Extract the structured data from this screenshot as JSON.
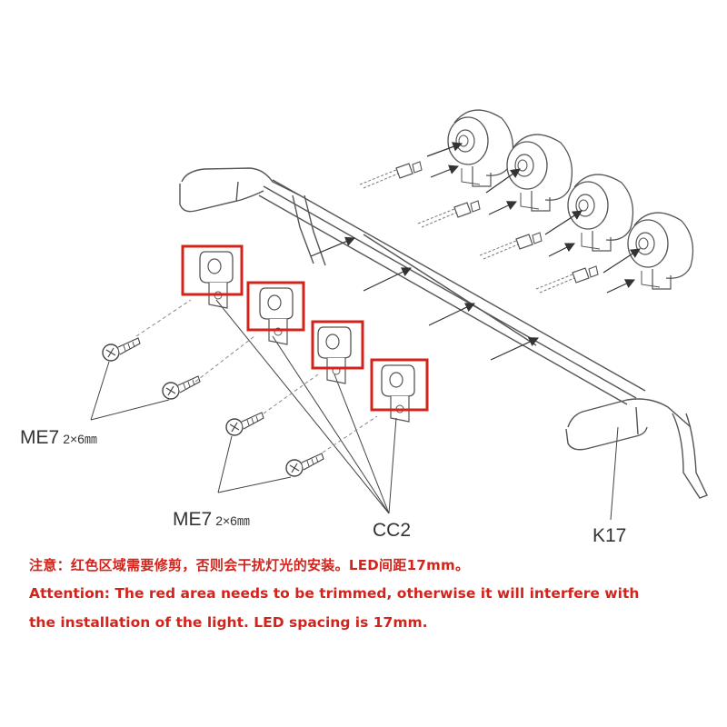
{
  "labels": {
    "screw_top": {
      "code": "ME7",
      "size": "2×6㎜"
    },
    "screw_bottom": {
      "code": "ME7",
      "size": "2×6㎜"
    },
    "clip": "CC2",
    "bar": "K17"
  },
  "notes": {
    "zh": "注意：红色区域需要修剪，否则会干扰灯光的安装。LED间距17mm。",
    "en_line1": "Attention: The red area needs to be trimmed, otherwise it will interfere with",
    "en_line2": "the installation of the light. LED spacing is 17mm."
  },
  "colors": {
    "highlight": "#d2241c",
    "line_art": "#555555"
  }
}
